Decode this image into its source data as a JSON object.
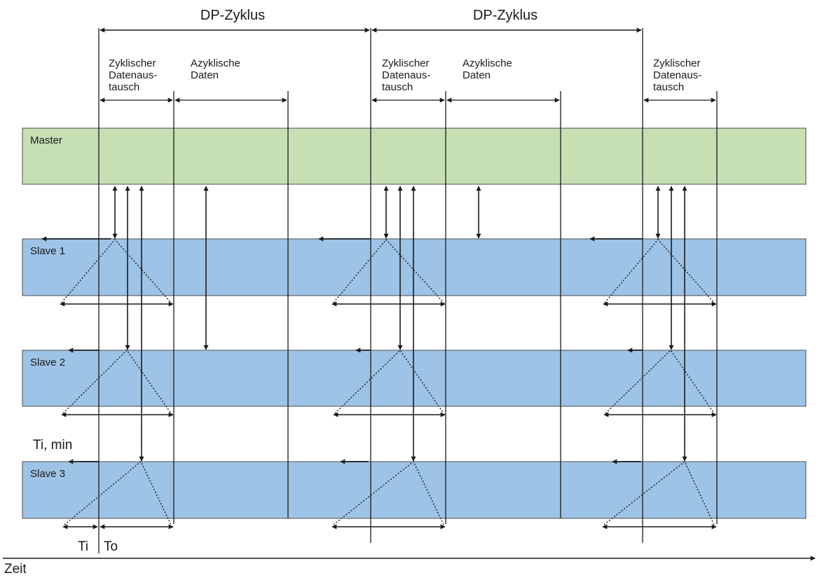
{
  "colors": {
    "master_fill": "#c6e0b4",
    "slave_fill": "#9dc3e6",
    "band_stroke": "#4d4d4d",
    "line": "#1a1a1a"
  },
  "diagram": {
    "cycle_labels": [
      "DP-Zyklus",
      "DP-Zyklus"
    ],
    "phase_labels": {
      "cyclic": [
        "Zyklischer",
        "Datenaus-",
        "tausch"
      ],
      "acyclic": [
        "Azyklische",
        "Daten"
      ]
    },
    "bands": [
      {
        "label": "Master",
        "role": "master"
      },
      {
        "label": "Slave 1",
        "role": "slave"
      },
      {
        "label": "Slave 2",
        "role": "slave"
      },
      {
        "label": "Slave 3",
        "role": "slave"
      }
    ],
    "ti_min_label": "Ti, min",
    "ti_label": "Ti",
    "to_label": "To",
    "time_axis_label": "Zeit"
  }
}
